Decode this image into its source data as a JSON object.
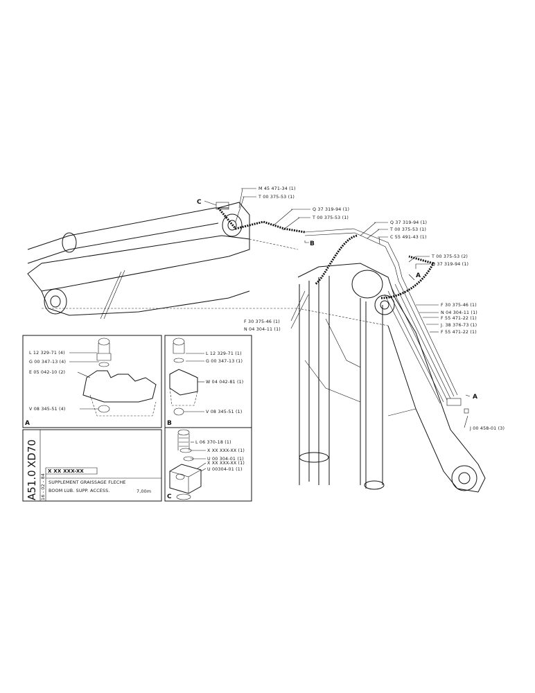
{
  "callouts": {
    "m45": "M 45 471-34 (1)",
    "t_top": "T 00 375-53 (1)",
    "q_mid": "Q 37 319-94 (1)",
    "t_mid": "T 00 375-53 (1)",
    "q_right": "Q 37 319-94 (1)",
    "t_right": "T 00 375-53 (1)",
    "c55": "C 55 491-43 (1)",
    "t_far": "T 00 375-53 (2)",
    "q_far": "Q 37 319-94 (1)",
    "f30_r": "F 30 375-46 (1)",
    "n04_r": "N 04 304-11 (1)",
    "f55_a": "F 55 471-22 (1)",
    "j38": "J. 38 376-73 (1)",
    "f55_b": "F 55 471-22 (1)",
    "f30_l": "F 30 375-46 (1)",
    "n04_l": "N 04 304-11 (1)",
    "j00": "J 00 458-01 (3)"
  },
  "letters": {
    "c": "C",
    "b": "B",
    "a1": "A",
    "a2": "A"
  },
  "detail_a": {
    "letter": "A",
    "l12": "L 12 329-71 (4)",
    "g00": "G 00 347-13 (4)",
    "e05": "E 05 042-10 (2)",
    "v08": "V 08 345-51 (4)"
  },
  "detail_b": {
    "letter": "B",
    "l12": "L 12 329-71 (1)",
    "g00": "G 00 347-13 (1)",
    "w04": "W 04 042-81 (1)",
    "v08": "V 08 345-51 (1)"
  },
  "detail_c": {
    "letter": "C",
    "l06": "L 06 370-18 (1)",
    "x1": "X XX XXX-XX (1)",
    "u1": "U 00 304-01 (1)",
    "x2": "X XX XXX-XX (1)",
    "u2": "U 00304-01 (1)"
  },
  "title_block": {
    "model": "XD70",
    "page": "A51.0",
    "date": "16 - 02 - 84",
    "code": "X XX XXX-XX",
    "title_fr": "SUPPLEMENT GRAISSAGE FLECHE",
    "title_en": "BOOM LUB. SUPP. ACCESS.",
    "length": "7,00m"
  }
}
